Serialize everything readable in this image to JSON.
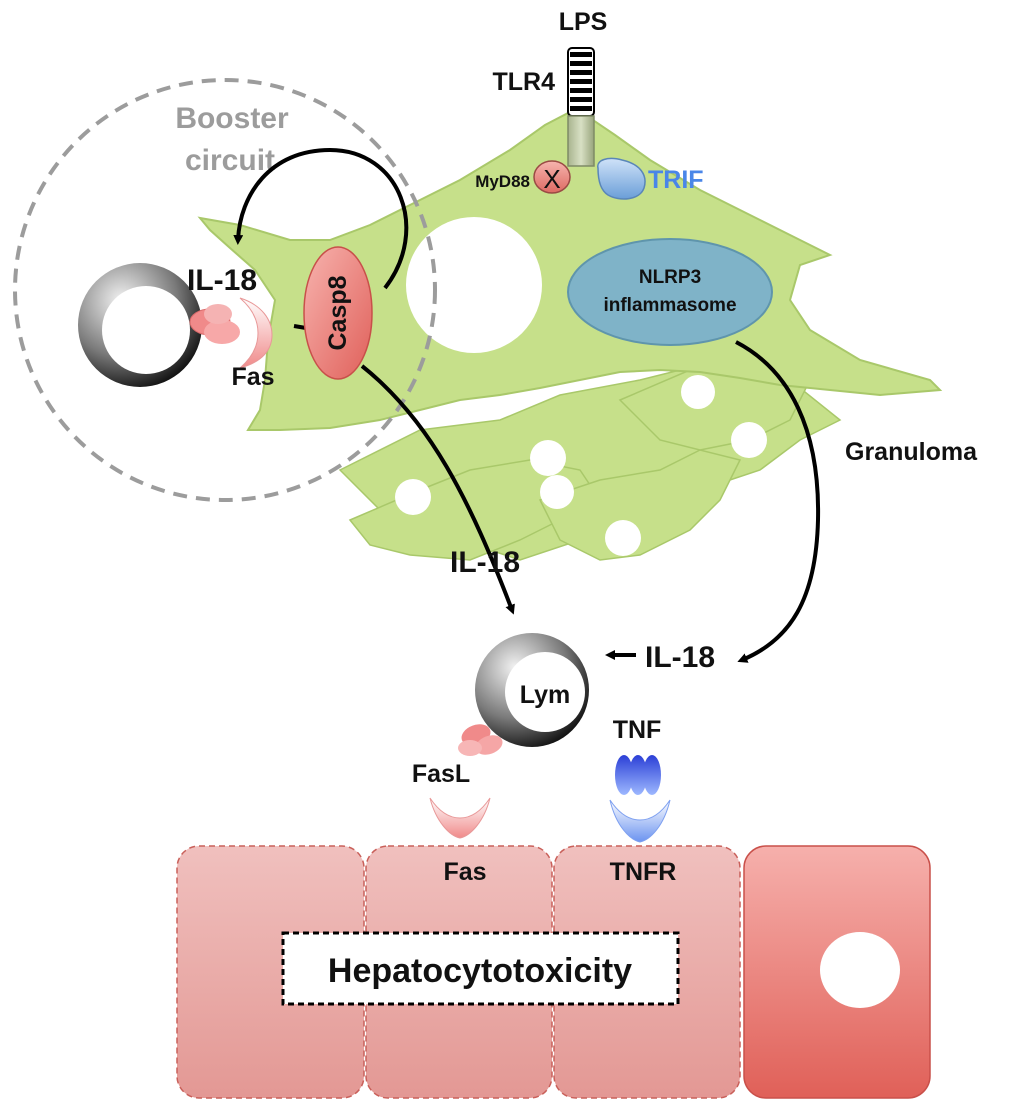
{
  "labels": {
    "lps": "LPS",
    "tlr4": "TLR4",
    "myd88": "MyD88",
    "x_mark": "X",
    "trif": "TRIF",
    "booster_line1": "Booster",
    "booster_line2": "circuit",
    "il18_top": "IL-18",
    "casp8": "Casp8",
    "fas_left": "Fas",
    "nlrp3_line1": "NLRP3",
    "nlrp3_line2": "inflammasome",
    "granuloma": "Granuloma",
    "il18_mid": "IL-18",
    "il18_right": "IL-18",
    "lym": "Lym",
    "tnf": "TNF",
    "fasl": "FasL",
    "fas_bottom": "Fas",
    "tnfr": "TNFR",
    "hepatocytotoxicity": "Hepatocytotoxicity"
  },
  "colors": {
    "macrophage": "#c6e08a",
    "macrophage_edge": "#a9c86a",
    "booster": "#9c9c9c",
    "trif": "#4a86e8",
    "nlrp3": "#7fb3c8",
    "casp8": "#e8736e",
    "fas": "#f4a6a6",
    "tnf": "#3a63e0",
    "hepatocyte": "#e9aaa8",
    "hepatocyte_active": "#e8736e"
  }
}
